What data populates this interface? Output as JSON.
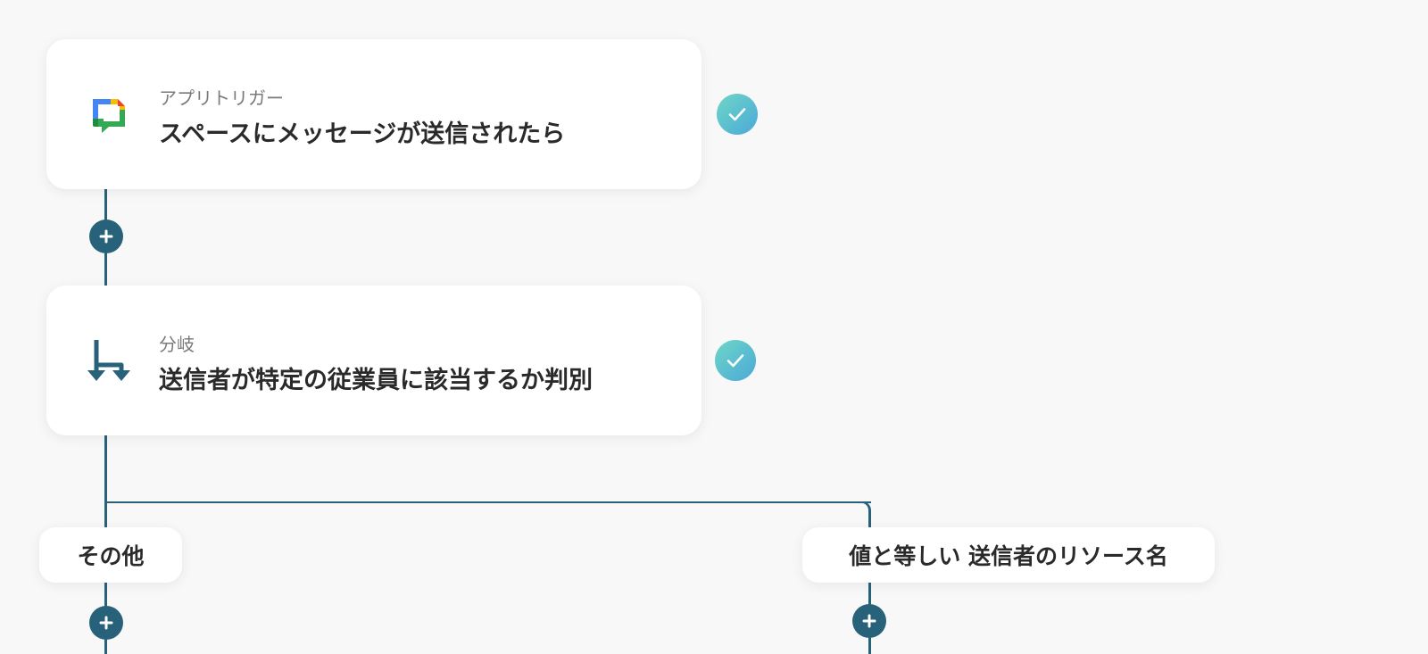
{
  "steps": [
    {
      "type_label": "アプリトリガー",
      "title": "スペースにメッセージが送信されたら",
      "icon": "google-chat-icon",
      "status": "completed"
    },
    {
      "type_label": "分岐",
      "title": "送信者が特定の従業員に該当するか判別",
      "icon": "branch-icon",
      "status": "completed"
    }
  ],
  "branches": [
    {
      "label": "その他"
    },
    {
      "label": "値と等しい 送信者のリソース名"
    }
  ],
  "colors": {
    "connector": "#28627a",
    "check_gradient_start": "#6fd6c6",
    "check_gradient_end": "#4aa9d8",
    "background": "#f8f8f8"
  }
}
